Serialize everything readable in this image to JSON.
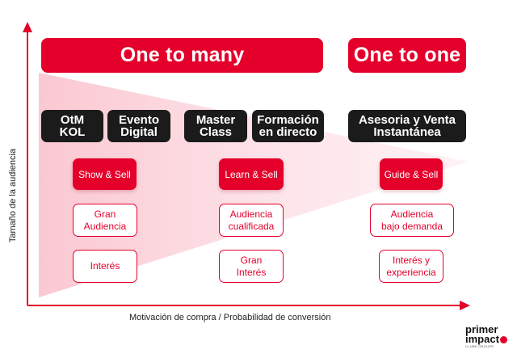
{
  "banners": {
    "one_to_many": "One to many",
    "one_to_one": "One to one"
  },
  "formats": [
    "OtM\nKOL",
    "Evento\nDigital",
    "Master\nClass",
    "Formación\nen directo",
    "Asesoria y Venta\nInstantánea"
  ],
  "sales_modes": [
    "Show & Sell",
    "Learn & Sell",
    "Guide & Sell"
  ],
  "audiences": [
    "Gran\nAudiencia",
    "Audiencia\ncualificada",
    "Audiencia\nbajo demanda"
  ],
  "interests": [
    "Interés",
    "Gran\nInterés",
    "Interés y\nexperiencia"
  ],
  "axes": {
    "x_label": "Motivación de compra / Probabilidad de conversión",
    "y_label": "Tamaño de la audiencia"
  },
  "logo": {
    "line1": "primer",
    "line2": "impact",
    "sub": "CLUBE GROUPE"
  },
  "colors": {
    "accent": "#e4002b",
    "dark": "#1b1b1b",
    "funnel_start": "#fcd6dd",
    "funnel_end": "#fff2f4"
  }
}
